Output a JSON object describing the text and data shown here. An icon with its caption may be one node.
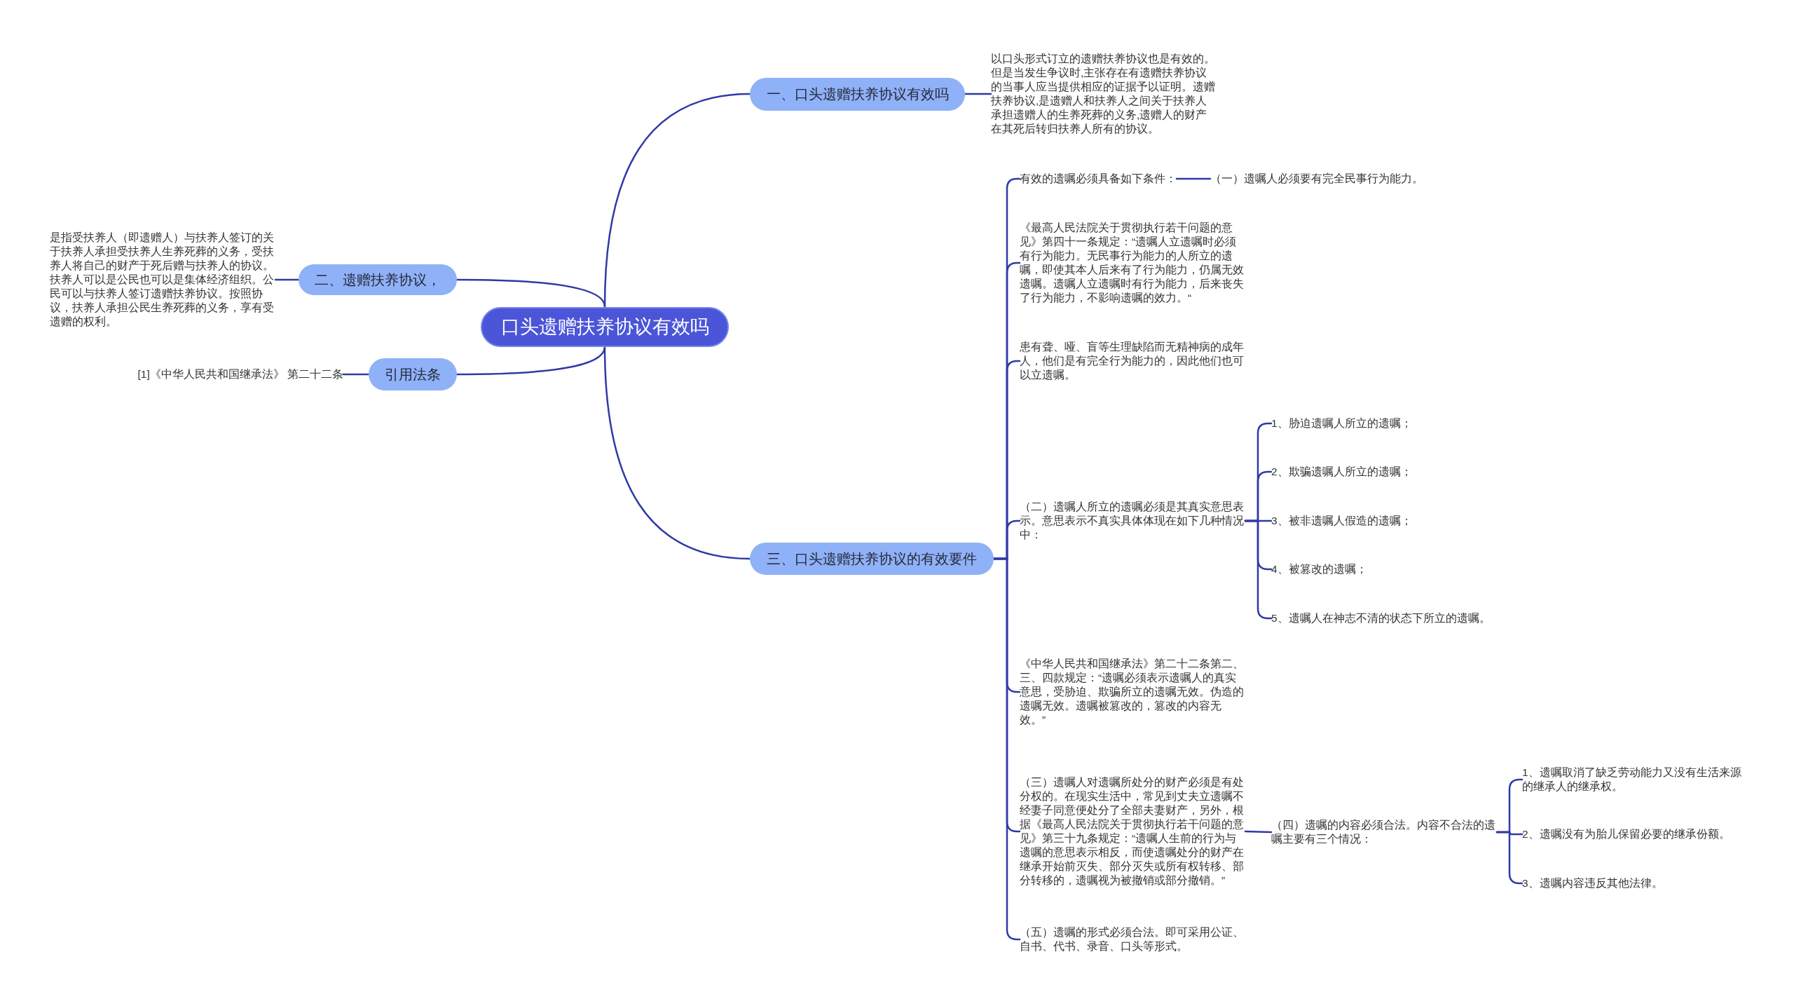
{
  "diagram": {
    "nodes": [
      {
        "text": [
          "口头遗赠扶养协议有效吗"
        ]
      },
      {
        "text": [
          "一、口头遗赠扶养协议有效吗"
        ]
      },
      {
        "text": [
          "以口头形式订立的遗赠扶养协议也是有效的。但是当发生争议时,主张存在有遗赠扶养协议的当事人应当提供相应的证据予以证明。遗赠扶养协议,是遗赠人和扶养人之间关于扶养人承担遗赠人的生养死葬的义务,遗赠人的财产在其死后转归扶养人所有的协议。"
        ]
      },
      {
        "text": [
          "二、遗赠扶养协议，"
        ]
      },
      {
        "text": [
          "是指受扶养人（即遗赠人）与扶养人签订的关于扶养人承担受扶养人生养死葬的义务，受扶养人将自己的财产于死后赠与扶养人的协议。扶养人可以是公民也可以是集体经济组织。公民可以与扶养人签订遗赠扶养协议。按照协议，扶养人承担公民生养死葬的义务，享有受遗赠的权利。"
        ]
      },
      {
        "text": [
          "引用法条"
        ]
      },
      {
        "text": [
          "[1]《中华人民共和国继承法》 第二十二条"
        ]
      },
      {
        "text": [
          "三、口头遗赠扶养协议的有效要件"
        ]
      },
      {
        "text": [
          "有效的遗嘱必须具备如下条件："
        ]
      },
      {
        "text": [
          "（一）遗嘱人必须要有完全民事行为能力。"
        ]
      },
      {
        "text": [
          "《最高人民法院关于贯彻执行若干问题的意见》第四十一条规定：“遗嘱人立遗嘱时必须有行为能力。无民事行为能力的人所立的遗嘱，即使其本人后来有了行为能力，仍属无效遗嘱。遗嘱人立遗嘱时有行为能力，后来丧失了行为能力，不影响遗嘱的效力。“"
        ]
      },
      {
        "text": [
          "患有聋、哑、盲等生理缺陷而无精神病的成年人，他们是有完全行为能力的，因此他们也可以立遗嘱。"
        ]
      },
      {
        "text": [
          "（二）遗嘱人所立的遗嘱必须是其真实意思表示。意思表示不真实具体体现在如下几种情况中："
        ]
      },
      {
        "text": [
          "1、胁迫遗嘱人所立的遗嘱；"
        ]
      },
      {
        "text": [
          "2、欺骗遗嘱人所立的遗嘱；"
        ]
      },
      {
        "text": [
          "3、被非遗嘱人假造的遗嘱；"
        ]
      },
      {
        "text": [
          "4、被篡改的遗嘱；"
        ]
      },
      {
        "text": [
          "5、遗嘱人在神志不清的状态下所立的遗嘱。"
        ]
      },
      {
        "text": [
          "《中华人民共和国继承法》第二十二条第二、三、四款规定：“遗嘱必须表示遗嘱人的真实意思，受胁迫、欺骗所立的遗嘱无效。伪造的遗嘱无效。遗嘱被篡改的，篡改的内容无效。”"
        ]
      },
      {
        "text": [
          "（三）遗嘱人对遗嘱所处分的财产必须是有处分权的。在现实生活中，常见到丈夫立遗嘱不经妻子同意便处分了全部夫妻财产，另外，根据《最高人民法院关于贯彻执行若干问题的意见》第三十九条规定：“遗嘱人生前的行为与遗嘱的意思表示相反，而使遗嘱处分的财产在继承开始前灭失、部分灭失或所有权转移、部分转移的，遗嘱视为被撤销或部分撤销。”"
        ]
      },
      {
        "text": [
          "（四）遗嘱的内容必须合法。内容不合法的遗嘱主要有三个情况："
        ]
      },
      {
        "text": [
          "1、遗嘱取消了缺乏劳动能力又没有生活来源的继承人的继承权。"
        ]
      },
      {
        "text": [
          "2、遗嘱没有为胎儿保留必要的继承份额。"
        ]
      },
      {
        "text": [
          "3、遗嘱内容违反其他法律。"
        ]
      },
      {
        "text": [
          "（五）遗嘱的形式必须合法。即可采用公证、自书、代书、录音、口头等形式。"
        ]
      }
    ],
    "edges": [
      {
        "from": 0,
        "to": 1,
        "arrow": "none"
      },
      {
        "from": 1,
        "to": 2,
        "arrow": "none"
      },
      {
        "from": 0,
        "to": 3,
        "arrow": "none"
      },
      {
        "from": 3,
        "to": 4,
        "arrow": "none"
      },
      {
        "from": 0,
        "to": 5,
        "arrow": "none"
      },
      {
        "from": 5,
        "to": 6,
        "arrow": "none"
      },
      {
        "from": 0,
        "to": 7,
        "arrow": "none"
      },
      {
        "from": 7,
        "to": 8,
        "arrow": "none"
      },
      {
        "from": 8,
        "to": 9,
        "arrow": "none"
      },
      {
        "from": 7,
        "to": 10,
        "arrow": "none"
      },
      {
        "from": 7,
        "to": 11,
        "arrow": "none"
      },
      {
        "from": 7,
        "to": 12,
        "arrow": "none"
      },
      {
        "from": 12,
        "to": 13,
        "arrow": "none"
      },
      {
        "from": 12,
        "to": 14,
        "arrow": "none"
      },
      {
        "from": 12,
        "to": 15,
        "arrow": "none"
      },
      {
        "from": 12,
        "to": 16,
        "arrow": "none"
      },
      {
        "from": 12,
        "to": 17,
        "arrow": "none"
      },
      {
        "from": 7,
        "to": 18,
        "arrow": "none"
      },
      {
        "from": 7,
        "to": 19,
        "arrow": "none"
      },
      {
        "from": 19,
        "to": 20,
        "arrow": "none"
      },
      {
        "from": 20,
        "to": 21,
        "arrow": "none"
      },
      {
        "from": 20,
        "to": 22,
        "arrow": "none"
      },
      {
        "from": 20,
        "to": 23,
        "arrow": "none"
      },
      {
        "from": 7,
        "to": 24,
        "arrow": "none"
      }
    ]
  }
}
